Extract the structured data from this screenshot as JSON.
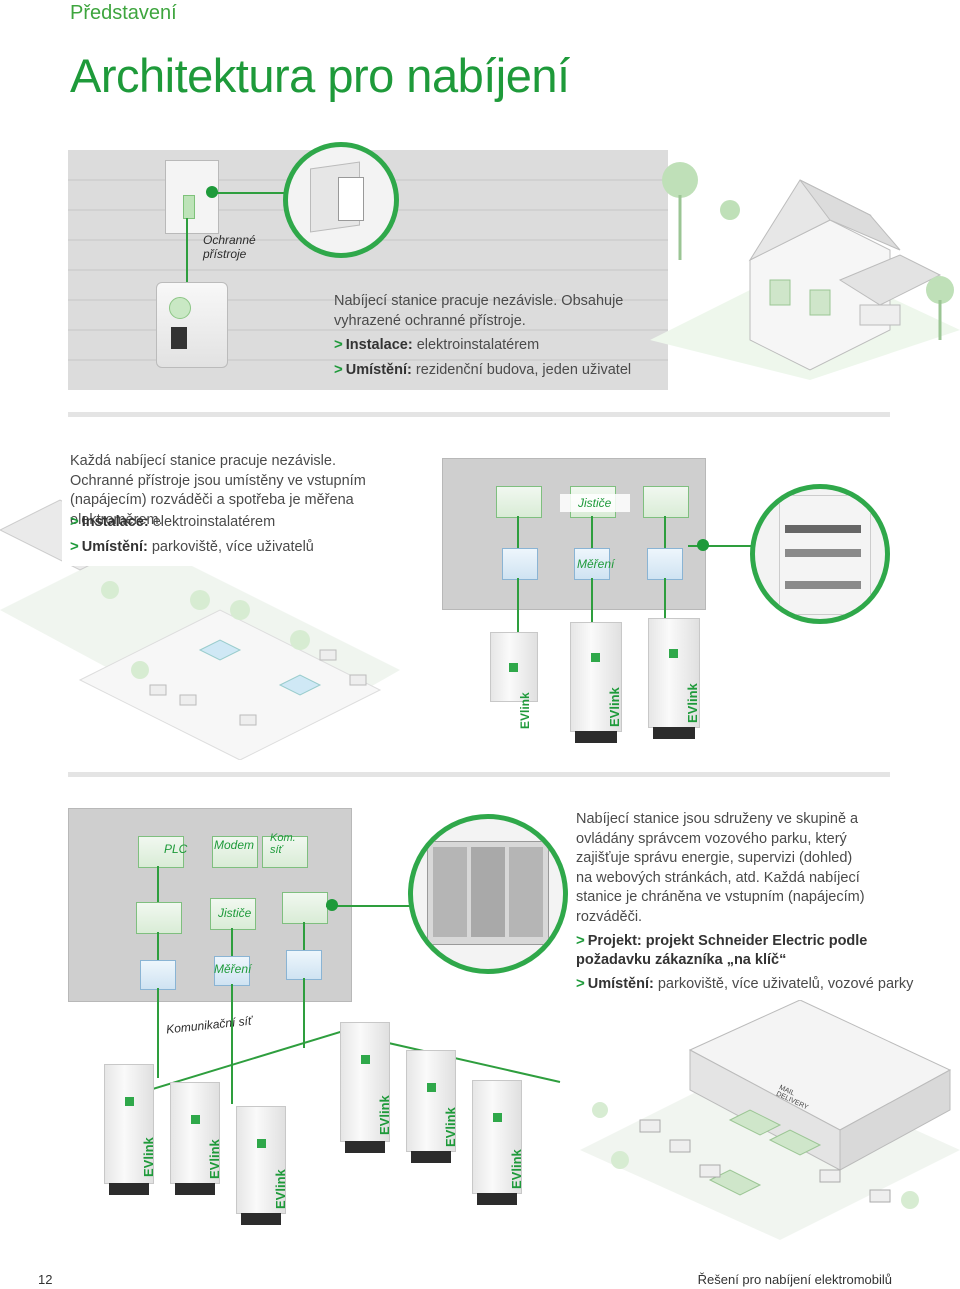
{
  "header": {
    "kicker": "Představení",
    "title": "Architektura pro nabíjení"
  },
  "section1": {
    "label_protection": "Ochranné přístroje",
    "description": "Nabíjecí stanice pracuje nezávisle. Obsahuje vyhrazené ochranné přístroje.",
    "bullets": [
      {
        "bold": "Instalace:",
        "text": " elektroinstalatérem"
      },
      {
        "bold": "Umístění:",
        "text": " rezidenční budova, jeden uživatel"
      }
    ]
  },
  "section2": {
    "description": "Každá nabíjecí stanice pracuje nezávisle. Ochranné přístroje jsou umístěny ve vstupním (napájecím) rozváděči a spotřeba je měřena elektroměrem.",
    "bullets": [
      {
        "bold": "Instalace:",
        "text": " elektroinstalatérem"
      },
      {
        "bold": "Umístění:",
        "text": " parkoviště, více uživatelů"
      }
    ],
    "label_breakers": "Jističe",
    "label_metering": "Měření",
    "station_brand": "EVlink"
  },
  "section3": {
    "label_plc": "PLC",
    "label_modem": "Modem",
    "label_comnet": "Kom. síť",
    "label_breakers": "Jističe",
    "label_metering": "Měření",
    "label_network": "Komunikační síť",
    "description": "Nabíjecí stanice jsou sdruženy ve skupině a ovládány správcem vozového parku, který zajišťuje správu energie, supervizi (dohled) na webových stránkách, atd. Každá nabíjecí stanice je chráněna ve vstupním (napájecím) rozváděči.",
    "bullets": [
      {
        "bold": "Projekt: projekt Schneider Electric podle požadavku zákazníka „na klíč“",
        "text": ""
      },
      {
        "bold": "Umístění:",
        "text": " parkoviště, více uživatelů, vozové parky"
      }
    ],
    "station_brand": "EVlink",
    "sign_text": "MAIL DELIVERY"
  },
  "footer": {
    "page_number": "12",
    "title": "Řešení pro nabíjení elektromobilů"
  }
}
